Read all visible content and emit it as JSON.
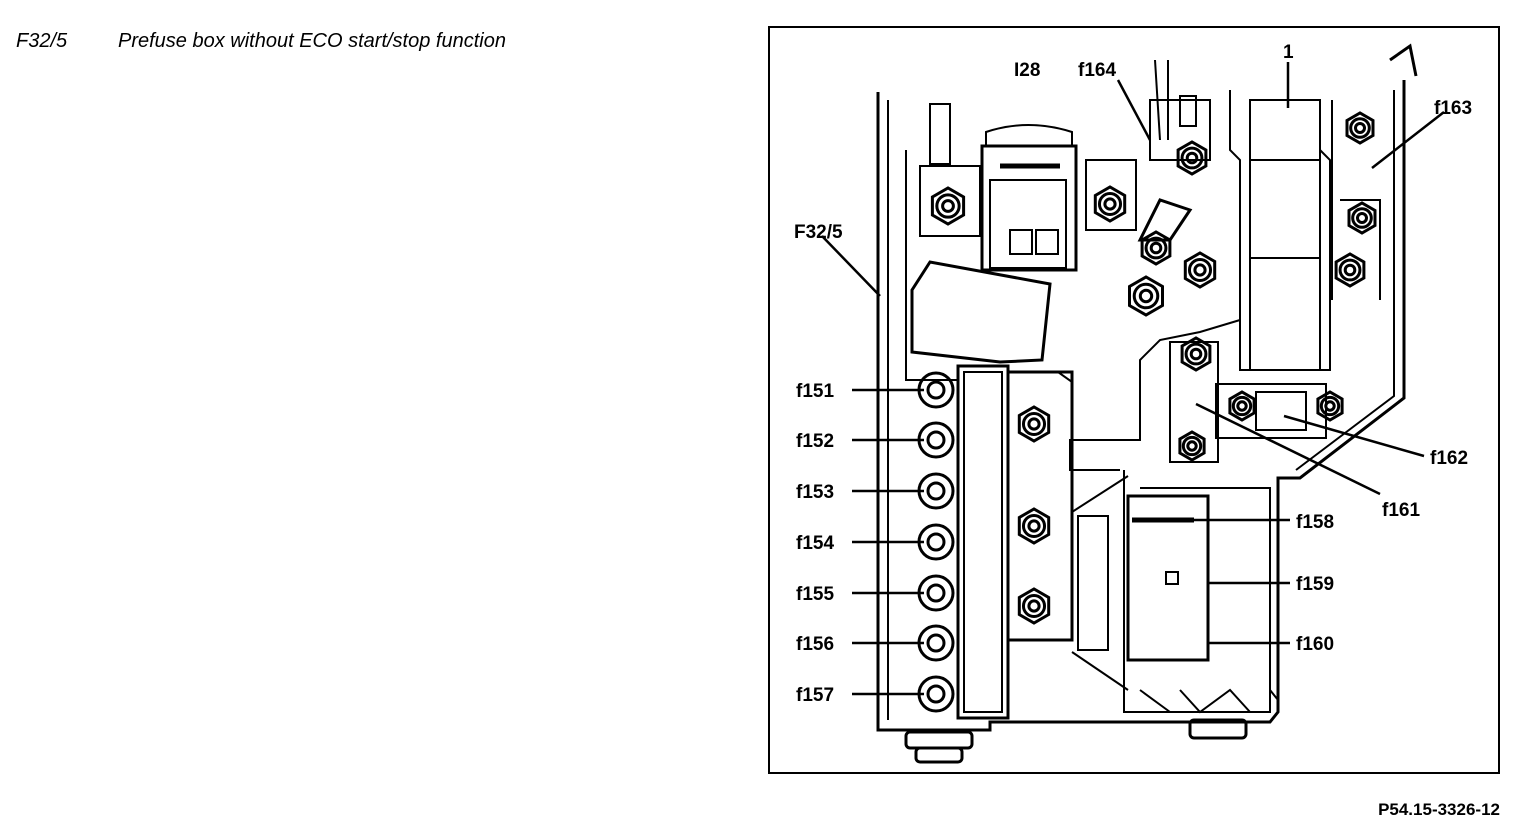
{
  "header": {
    "code": "F32/5",
    "title": "Prefuse box without ECO start/stop function"
  },
  "figure": {
    "callouts": {
      "f32_5": "F32/5",
      "i28": "I28",
      "f164": "f164",
      "one": "1",
      "f163": "f163",
      "f151": "f151",
      "f152": "f152",
      "f153": "f153",
      "f154": "f154",
      "f155": "f155",
      "f156": "f156",
      "f157": "f157",
      "f158": "f158",
      "f159": "f159",
      "f160": "f160",
      "f161": "f161",
      "f162": "f162"
    },
    "reference": "P54.15-3326-12"
  }
}
